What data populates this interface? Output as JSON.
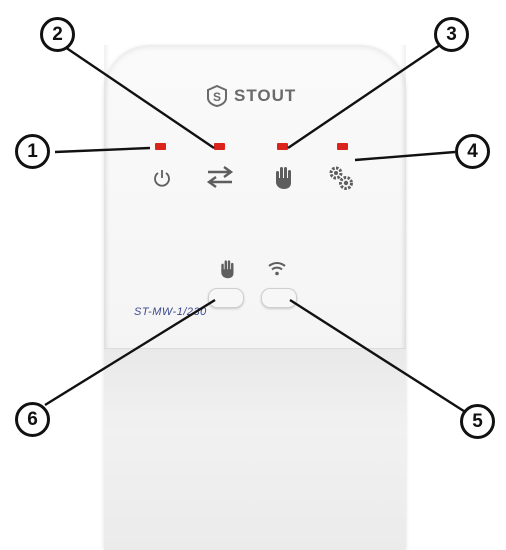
{
  "brand": {
    "name": "STOUT",
    "icon": "s-shield-icon"
  },
  "model_label": "ST-MW-1/230",
  "indicators": [
    {
      "icon": "power-icon",
      "led_color": "#d9231b"
    },
    {
      "icon": "arrows-exchange-icon",
      "led_color": "#d9231b"
    },
    {
      "icon": "hand-icon",
      "led_color": "#d9231b"
    },
    {
      "icon": "gears-icon",
      "led_color": "#d9231b"
    }
  ],
  "buttons": [
    {
      "icon": "hand-icon"
    },
    {
      "icon": "wifi-icon"
    }
  ],
  "callouts": [
    "1",
    "2",
    "3",
    "4",
    "5",
    "6"
  ]
}
